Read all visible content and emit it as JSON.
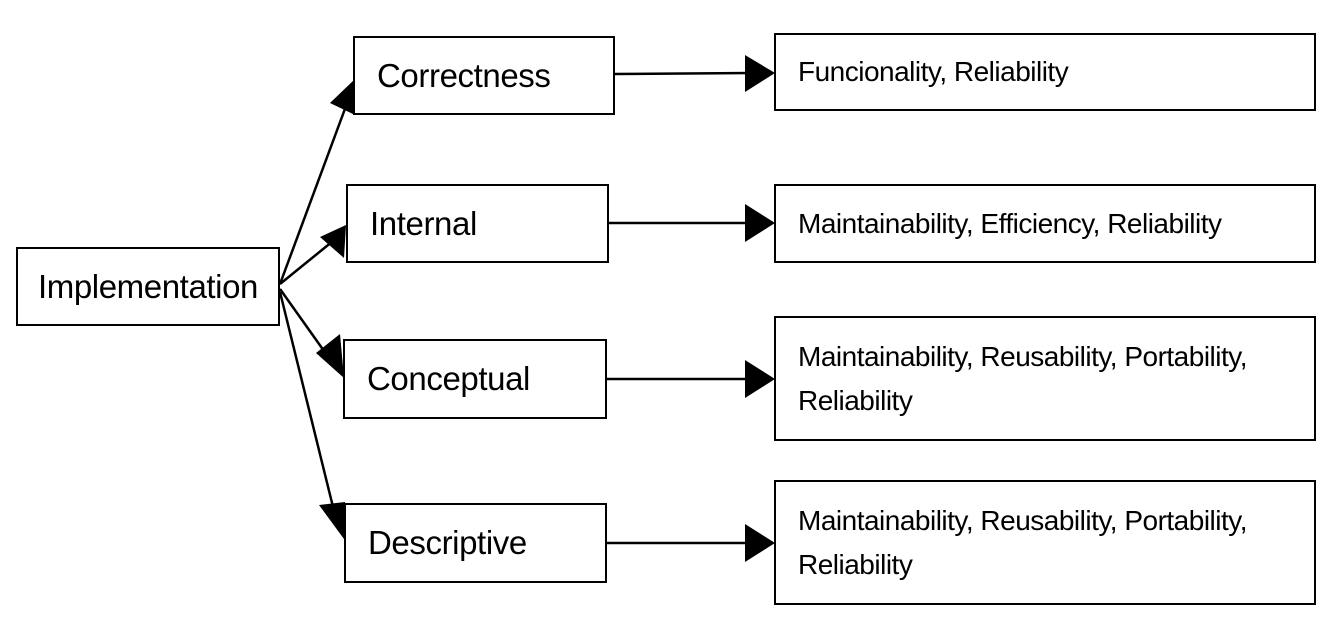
{
  "diagram": {
    "root": {
      "label": "Implementation"
    },
    "branches": [
      {
        "label": "Correctness",
        "result": "Funcionality, Reliability"
      },
      {
        "label": "Internal",
        "result": "Maintainability,  Efficiency, Reliability"
      },
      {
        "label": "Conceptual",
        "result": "Maintainability,  Reusability, Portability,\nReliability"
      },
      {
        "label": "Descriptive",
        "result": "Maintainability,  Reusability, Portability,\nReliability"
      }
    ]
  }
}
